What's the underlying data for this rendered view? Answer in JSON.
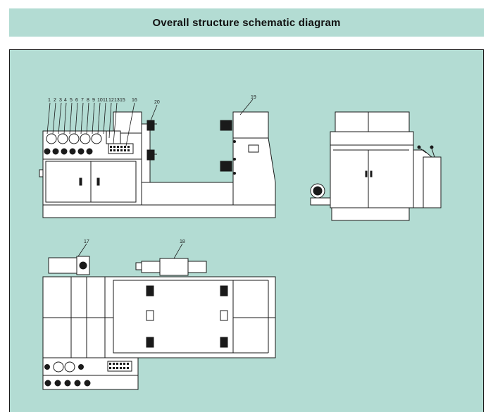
{
  "header": {
    "title": "Overall structure schematic diagram"
  },
  "callouts": {
    "front": [
      "1",
      "2",
      "3",
      "4",
      "5",
      "6",
      "7",
      "8",
      "9",
      "10",
      "11",
      "12",
      "13",
      "15"
    ],
    "n16": "16",
    "n20": "20",
    "n19": "19",
    "n17": "17",
    "n18": "18"
  },
  "colors": {
    "panel": "#b3dcd3",
    "line": "#1a1a1a",
    "fill": "#ffffff"
  }
}
